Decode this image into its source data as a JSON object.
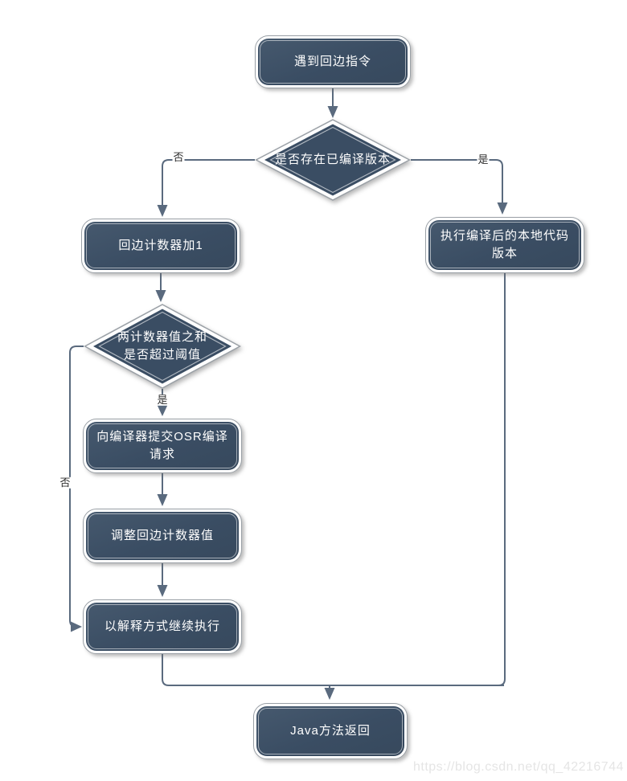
{
  "diagram": {
    "type": "flowchart",
    "topic": "JVM back-edge counter / OSR compilation flow",
    "colors": {
      "node_fill": "#3a4d63",
      "node_text": "#ffffff",
      "node_outline": "#9aa0a6",
      "connector": "#5a6a7e",
      "edge_label_text": "#2e2e2e",
      "watermark_text": "#e5e5e5",
      "background": "#ffffff"
    },
    "nodes": {
      "start": {
        "label": "遇到回边指令",
        "shape": "rounded"
      },
      "check_compiled": {
        "label": "是否存在已编译版本",
        "shape": "decision"
      },
      "inc_counter": {
        "label": "回边计数器加1",
        "shape": "rounded"
      },
      "exec_native": {
        "label": "执行编译后的本地代码\n版本",
        "shape": "rounded"
      },
      "check_threshold": {
        "label": "两计数器值之和\n是否超过阈值",
        "shape": "decision"
      },
      "submit_osr": {
        "label": "向编译器提交OSR编译\n请求",
        "shape": "rounded"
      },
      "adjust_counter": {
        "label": "调整回边计数器值",
        "shape": "rounded"
      },
      "interpret": {
        "label": "以解释方式继续执行",
        "shape": "rounded"
      },
      "java_return": {
        "label": "Java方法返回",
        "shape": "rounded"
      }
    },
    "edge_labels": {
      "compiled_no": "否",
      "compiled_yes": "是",
      "threshold_yes": "是",
      "threshold_no": "否"
    },
    "watermark": "https://blog.csdn.net/qq_42216744"
  }
}
